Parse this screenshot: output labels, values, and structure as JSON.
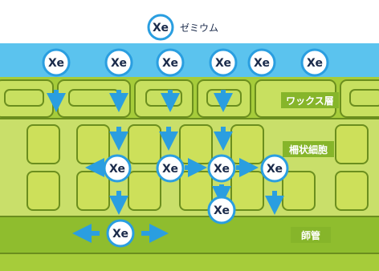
{
  "legend": {
    "symbol": "Xe",
    "label": "ゼミウム"
  },
  "layers": {
    "wax": "ワックス層",
    "palisade": "柵状細胞",
    "phloem": "師管"
  },
  "atom_symbol": "Xe",
  "colors": {
    "sky": "#5bc3ee",
    "green_light": "#c8e060",
    "green_dark": "#86b52a",
    "cell_fill": "#cde05a",
    "cell_stroke": "#6b8e1e",
    "arrow": "#2a9ee0",
    "atom_ring": "#2a9ee0",
    "atom_text": "#1a2a4a"
  }
}
